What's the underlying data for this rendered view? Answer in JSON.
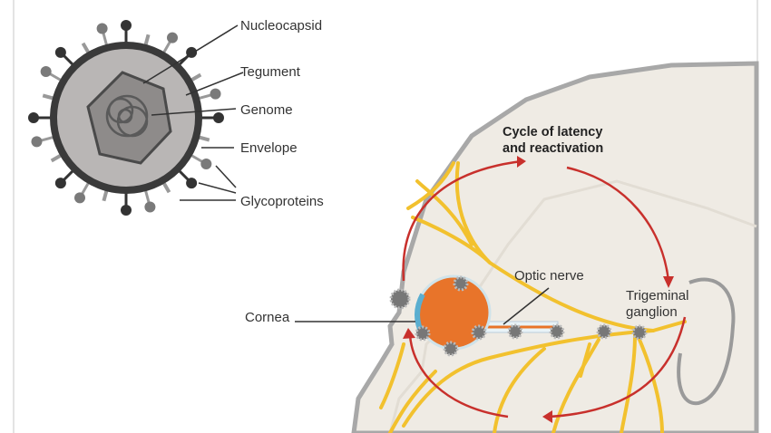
{
  "virus_labels": {
    "nucleocapsid": "Nucleocapsid",
    "tegument": "Tegument",
    "genome": "Genome",
    "envelope": "Envelope",
    "glycoproteins": "Glycoproteins"
  },
  "head_labels": {
    "cycle_line1": "Cycle of latency",
    "cycle_line2": "and reactivation",
    "optic_nerve": "Optic nerve",
    "trigeminal_line1": "Trigeminal",
    "trigeminal_line2": "ganglion",
    "cornea": "Cornea"
  },
  "colors": {
    "cycle_arrow": "#c8302c",
    "nerve": "#f2c12e",
    "eye": "#e8742a",
    "skull": "#efebe4",
    "virus_envelope": "#3a3a3a",
    "virus_tegument": "#b9b6b5"
  }
}
